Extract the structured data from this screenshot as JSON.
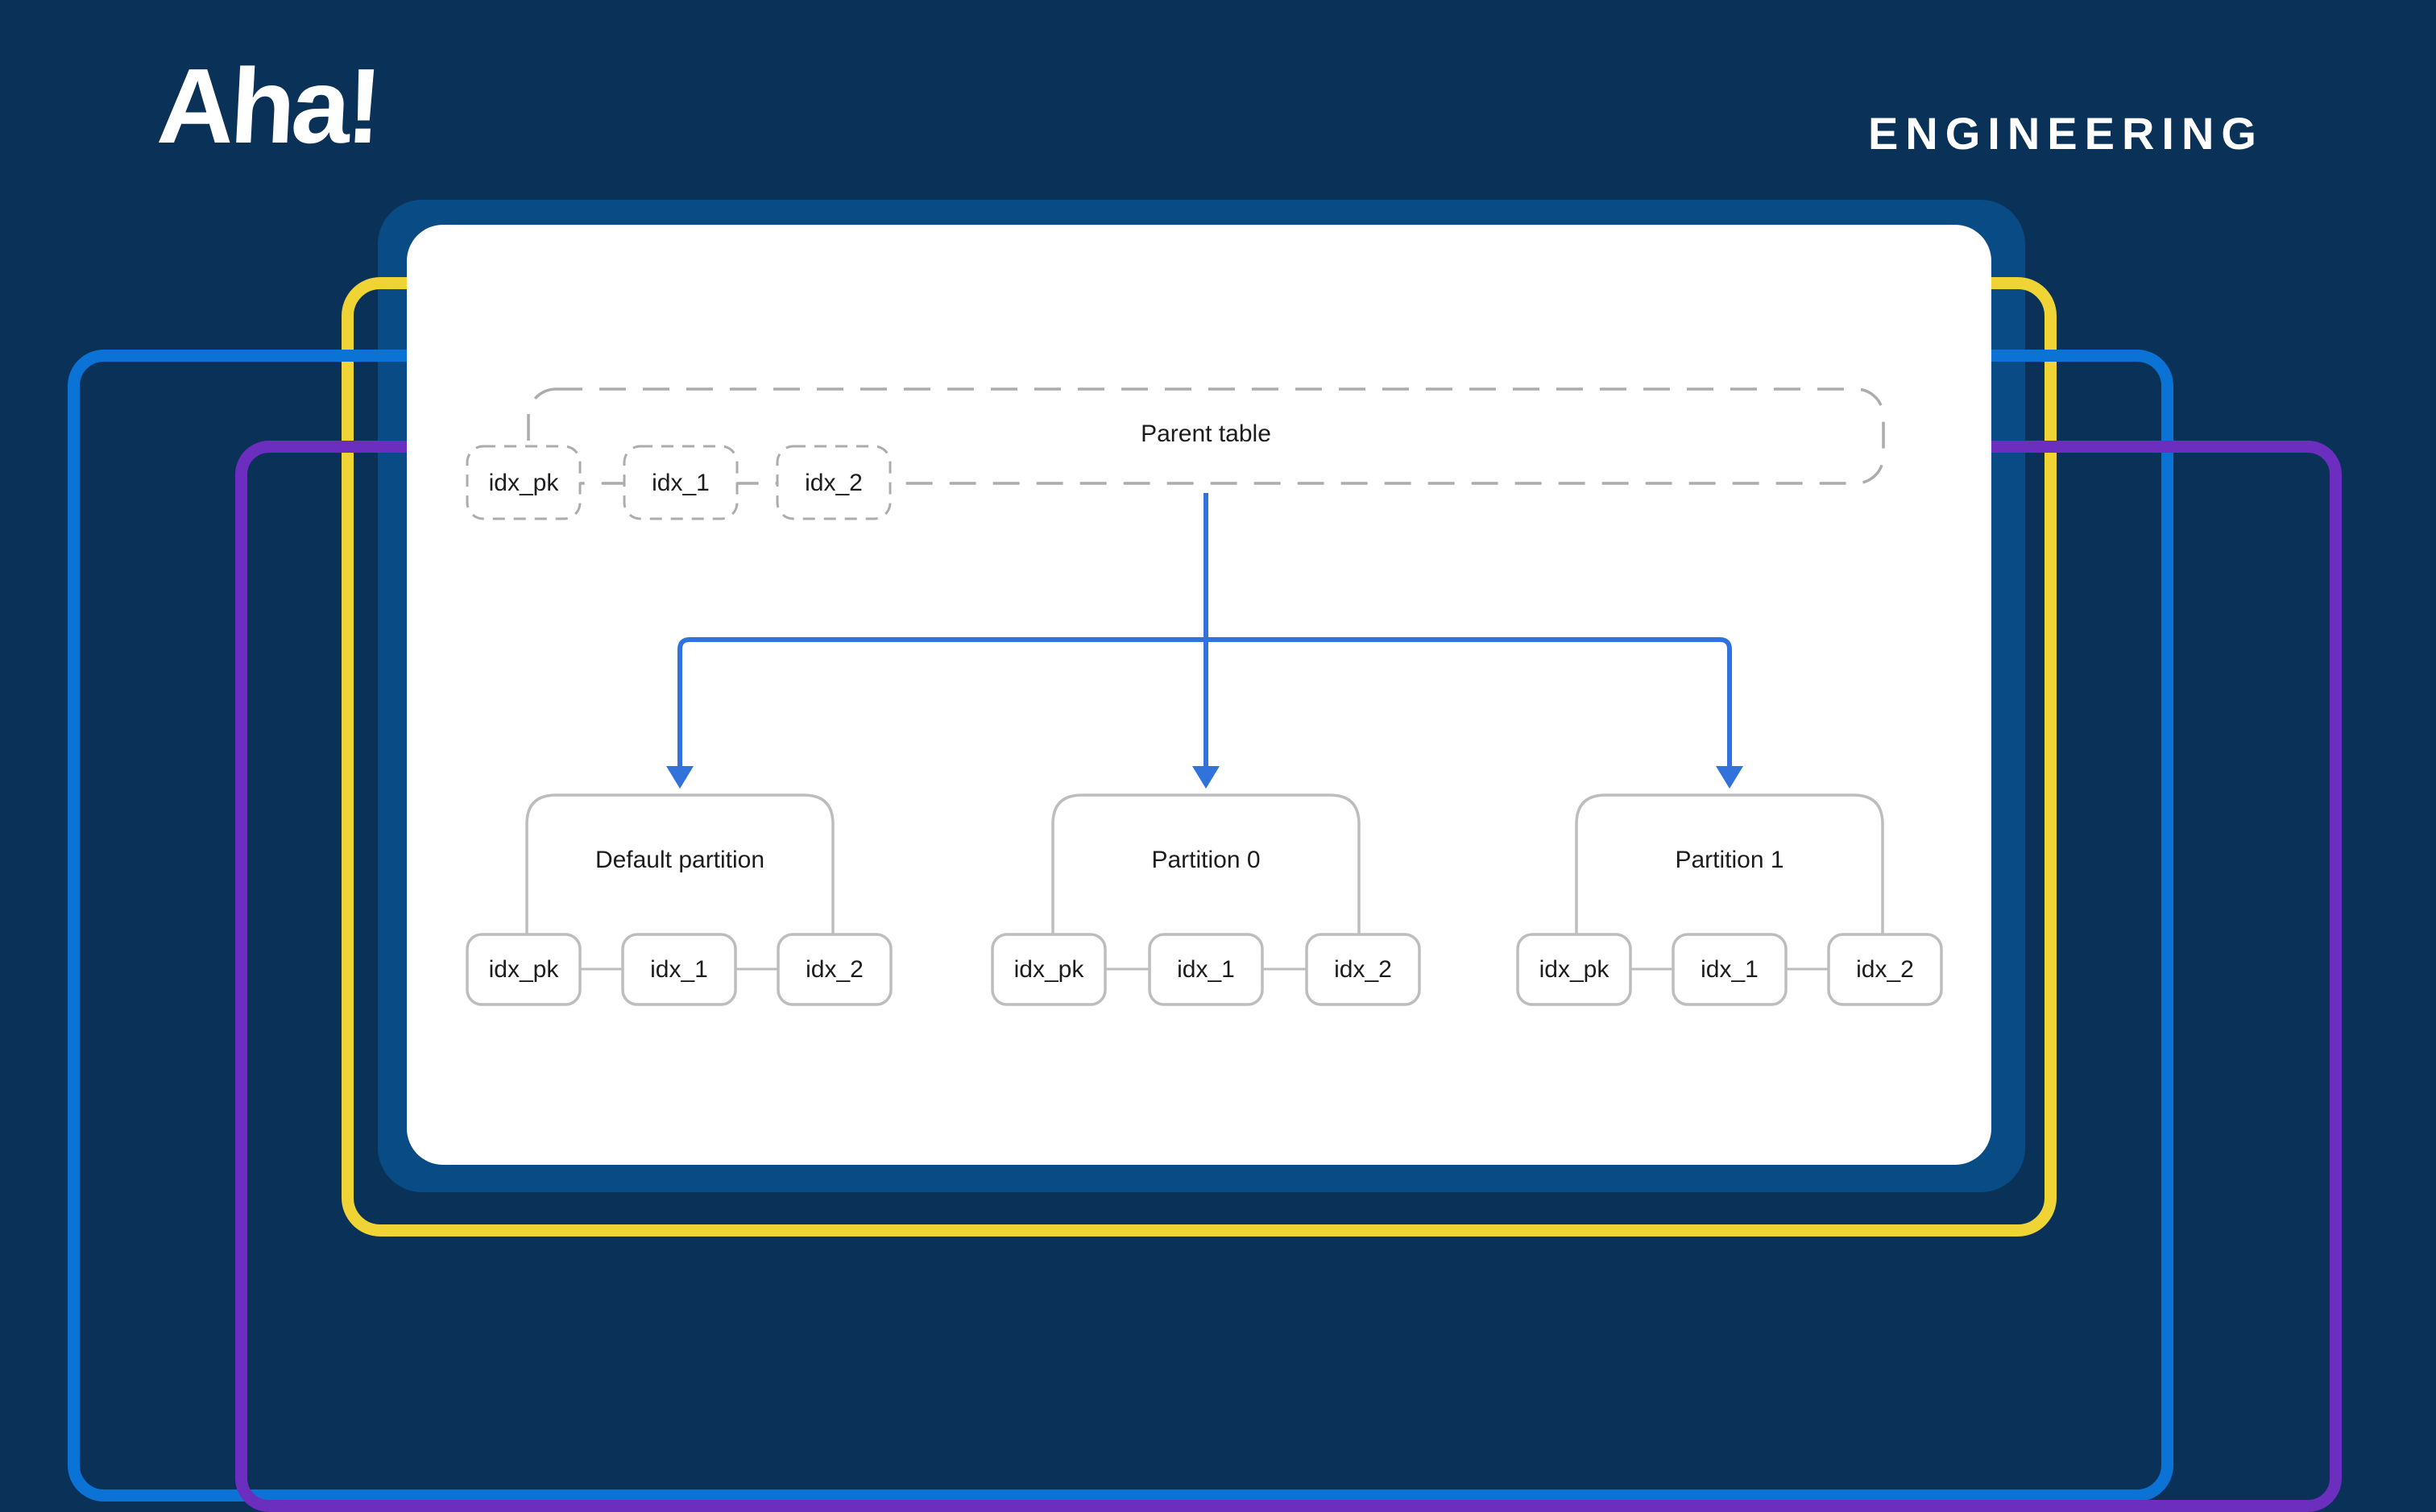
{
  "header": {
    "logo_text": "Aha!",
    "edition_label": "ENGINEERING"
  },
  "colors": {
    "navy": "#0A3157",
    "card_blue": "#084B85",
    "frame_blue": "#0B73D6",
    "frame_yellow": "#F0D335",
    "frame_purple": "#6C2EBF",
    "connector_blue": "#3273DB",
    "box_gray": "#BDBDBD",
    "dash_gray": "#ACACAC",
    "text_dark": "#1C1C1E"
  },
  "diagram": {
    "parent_table": {
      "title": "Parent table",
      "indexes": [
        "idx_pk",
        "idx_1",
        "idx_2"
      ]
    },
    "partitions": [
      {
        "title": "Default partition",
        "indexes": [
          "idx_pk",
          "idx_1",
          "idx_2"
        ]
      },
      {
        "title": "Partition 0",
        "indexes": [
          "idx_pk",
          "idx_1",
          "idx_2"
        ]
      },
      {
        "title": "Partition 1",
        "indexes": [
          "idx_pk",
          "idx_1",
          "idx_2"
        ]
      }
    ]
  }
}
